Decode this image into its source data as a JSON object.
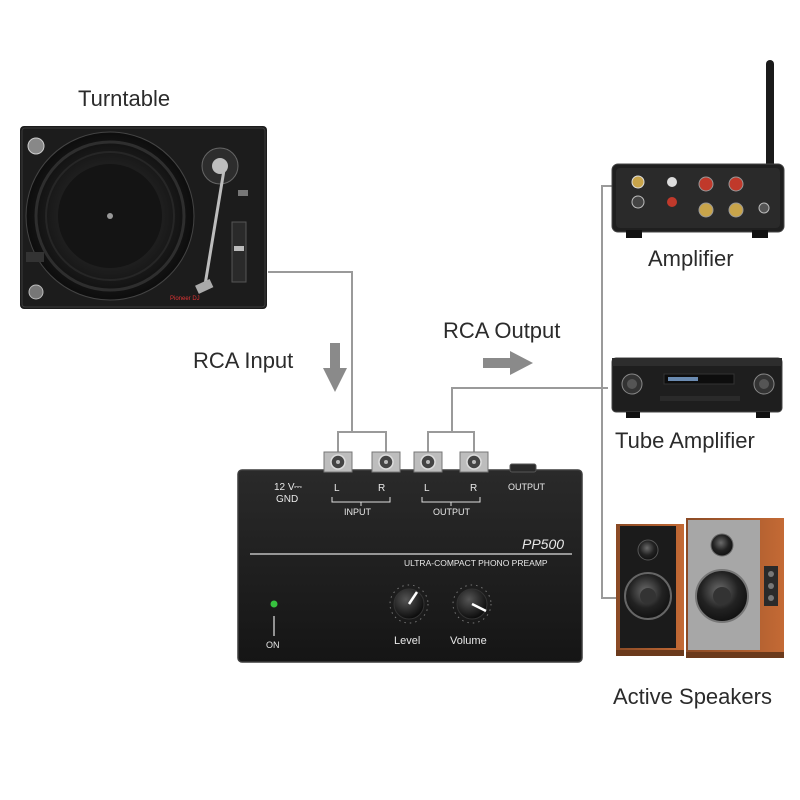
{
  "labels": {
    "turntable": "Turntable",
    "rca_input": "RCA Input",
    "rca_output": "RCA Output",
    "amplifier": "Amplifier",
    "tube_amplifier": "Tube Amplifier",
    "active_speakers": "Active Speakers"
  },
  "preamp": {
    "model": "PP500",
    "subtitle": "ULTRA-COMPACT PHONO PREAMP",
    "power_label": "12 V",
    "dc_symbol": "⎓",
    "gnd_label": "GND",
    "input_label": "INPUT",
    "output_label": "OUTPUT",
    "output_jack_label": "OUTPUT",
    "left": "L",
    "right": "R",
    "on_label": "ON",
    "level_label": "Level",
    "volume_label": "Volume"
  },
  "turntable_brand": "Pioneer DJ",
  "colors": {
    "device_body": "#1e1e1e",
    "wire": "#9a9a9a",
    "arrow": "#8a8a8a",
    "rca_red": "#c0392b",
    "led_green": "#37c23f"
  }
}
